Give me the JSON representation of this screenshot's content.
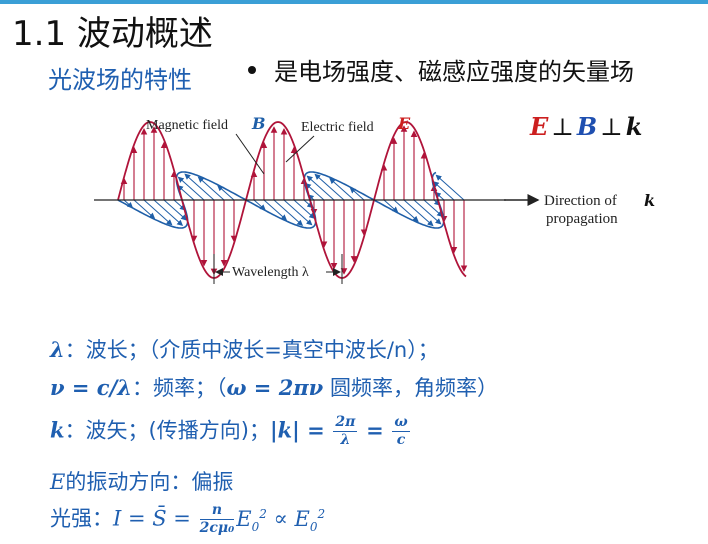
{
  "slide": {
    "title": "1.1 波动概述",
    "subtitle": "光波场的特性",
    "bullet": "是电场强度、磁感应强度的矢量场"
  },
  "figure": {
    "magnetic_label": "Magnetic field",
    "magnetic_symbol": "B",
    "electric_label": "Electric field",
    "electric_symbol": "E",
    "direction_line1": "Direction of",
    "direction_line2": "propagation",
    "direction_symbol": "k",
    "wavelength_label": "Wavelength λ",
    "colors": {
      "electric": "#b0143a",
      "magnetic": "#1f5fa8",
      "axis": "#222222"
    }
  },
  "relation": {
    "e": "E",
    "perp": "⊥",
    "b": "B",
    "k": "k"
  },
  "lines": {
    "lambda": {
      "symbol": "λ",
      "text": "：波长；（介质中波长=真空中波长/n）；"
    },
    "nu": {
      "lhs": "ν = c/λ",
      "text": "：频率；（",
      "omega_eq": "ω = 2πν",
      "tail": " 圆频率，角频率）"
    },
    "k": {
      "symbol": "k",
      "text": "：波矢；(传播方向)；",
      "abs": "|k| =",
      "f1_num": "2π",
      "f1_den": "λ",
      "eq": "=",
      "f2_num": "ω",
      "f2_den": "c"
    },
    "e": {
      "symbol": "E",
      "text": "的振动方向：偏振"
    },
    "intensity": {
      "prefix": "光强：",
      "lhs": "I = S̄ =",
      "frac_num": "n",
      "frac_den": "2cμ₀",
      "e1": "E",
      "e1_sub": "0",
      "e1_sup": "2",
      "prop": "∝",
      "e2": "E",
      "e2_sub": "0",
      "e2_sup": "2"
    }
  }
}
